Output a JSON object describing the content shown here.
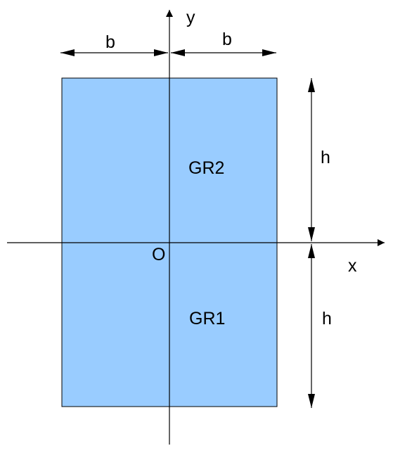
{
  "colors": {
    "fill": "#99ccff",
    "stroke": "#000000",
    "background": "#ffffff"
  },
  "labels": {
    "y_axis": "y",
    "x_axis": "x",
    "origin": "O",
    "upper_region": "GR2",
    "lower_region": "GR1",
    "left_half_width": "b",
    "right_half_width": "b",
    "upper_height": "h",
    "lower_height": "h"
  }
}
